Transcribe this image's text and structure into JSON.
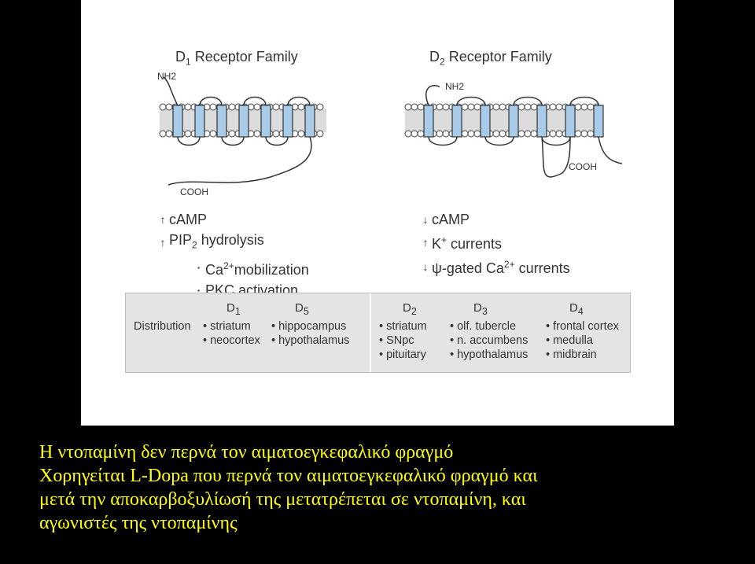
{
  "figure": {
    "d1": {
      "title": "D1 Receptor Family",
      "nh2": "NH2",
      "cooh": "COOH",
      "effects": [
        {
          "arrow": "up",
          "text": "cAMP",
          "indent": false
        },
        {
          "arrow": "up",
          "text": "PIP2 hydrolysis",
          "indent": false
        },
        {
          "arrow": "dot",
          "text": "Ca2+mobilization",
          "indent": true
        },
        {
          "arrow": "dot",
          "text": "PKC activation",
          "indent": true
        }
      ]
    },
    "d2": {
      "title": "D2 Receptor Family",
      "nh2": "NH2",
      "cooh": "COOH",
      "effects": [
        {
          "arrow": "down",
          "text": "cAMP"
        },
        {
          "arrow": "up",
          "text": "K+ currents"
        },
        {
          "arrow": "down",
          "text": "ψ-gated Ca2+ currents"
        }
      ]
    },
    "table": {
      "row_label": "Distribution",
      "columns": [
        {
          "receptor": "D1",
          "items": [
            "striatum",
            "neocortex"
          ]
        },
        {
          "receptor": "D5",
          "items": [
            "hippocampus",
            "hypothalamus"
          ]
        },
        {
          "receptor": "D2",
          "items": [
            "striatum",
            "SNpc",
            "pituitary"
          ]
        },
        {
          "receptor": "D3",
          "items": [
            "olf. tubercle",
            "n. accumbens",
            "hypothalamus"
          ]
        },
        {
          "receptor": "D4",
          "items": [
            "frontal cortex",
            "medulla",
            "midbrain"
          ]
        }
      ]
    },
    "colors": {
      "helix": "#a9cbea",
      "membrane": "#dcdcdc",
      "caption": "#ffff00"
    }
  },
  "caption": {
    "lines": [
      "Η ντοπαμίνη δεν περνά τον αιματοεγκεφαλικό φραγμό",
      "Χορηγείται L-Dopa που περνά τον αιματοεγκεφαλικό φραγμό και",
      "μετά την αποκαρβοξυλίωσή της μετατρέπεται σε ντοπαμίνη, και",
      "αγωνιστές της ντοπαμίνης"
    ]
  }
}
